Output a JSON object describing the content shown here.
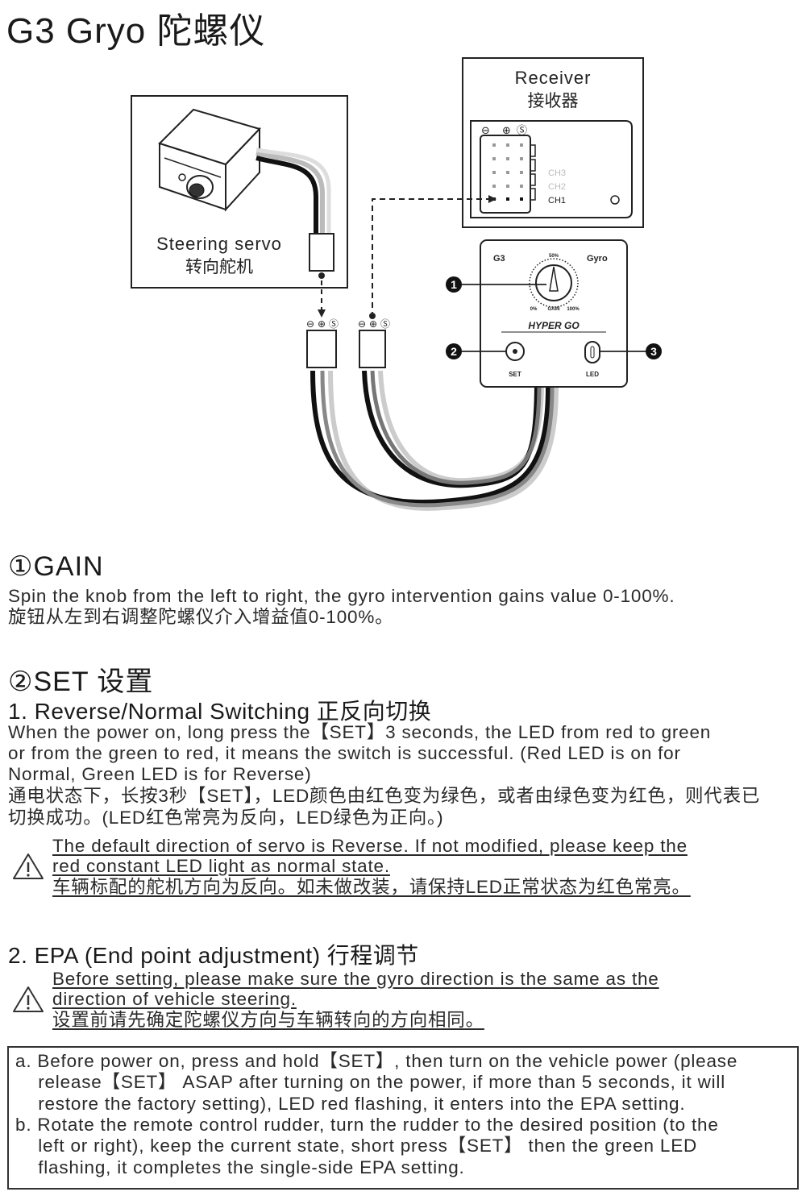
{
  "title": "G3 Gryo 陀螺仪",
  "diagram": {
    "receiver_label_en": "Receiver",
    "receiver_label_cn": "接收器",
    "receiver_pin_symbols": [
      "⊖",
      "⊕",
      "Ⓢ"
    ],
    "channels": [
      "CH3",
      "CH2",
      "CH1"
    ],
    "servo_label_en": "Steering servo",
    "servo_label_cn": "转向舵机",
    "gyro_left_label": "G3",
    "gyro_right_label": "Gyro",
    "knob_top_label": "50%",
    "knob_bottom_labels": [
      "0%",
      "GAIN",
      "100%"
    ],
    "brand": "HYPER GO",
    "set_label": "SET",
    "led_label": "LED",
    "callouts": [
      "1",
      "2",
      "3"
    ],
    "connector_symbols": [
      "⊖",
      "⊕",
      "Ⓢ"
    ]
  },
  "gain": {
    "heading": "①GAIN",
    "en": "Spin the knob from the left to right, the gyro intervention gains value 0-100%.",
    "cn": "旋钮从左到右调整陀螺仪介入增益值0-100%。"
  },
  "set": {
    "heading": "②SET 设置",
    "sub1": {
      "heading": "1. Reverse/Normal Switching 正反向切换",
      "lines": [
        "When the power on, long press the【SET】3 seconds, the LED from red to green",
        "or from the green to red, it means the switch is successful. (Red LED is on for",
        "Normal, Green LED is for Reverse)",
        "通电状态下，长按3秒【SET】，LED颜色由红色变为绿色，或者由绿色变为红色，则代表已",
        "切换成功。(LED红色常亮为反向，LED绿色为正向。)"
      ],
      "warning": [
        "The default direction of servo is Reverse. If not modified, please keep the",
        "red constant LED light as normal state.",
        "车辆标配的舵机方向为反向。如未做改装，请保持LED正常状态为红色常亮。"
      ]
    },
    "sub2": {
      "heading": "2. EPA (End point adjustment) 行程调节",
      "warning": [
        "Before setting, please make sure the gyro direction is the same as the",
        "direction of vehicle steering.",
        "设置前请先确定陀螺仪方向与车辆转向的方向相同。"
      ],
      "steps": [
        "a. Before power on, press and hold【SET】, then turn on the vehicle power (please",
        "    release【SET】 ASAP after turning on the power, if more than 5 seconds, it will",
        "    restore the factory setting), LED red flashing, it enters into the EPA setting.",
        "b. Rotate the remote control rudder, turn the rudder to the desired position (to the",
        "    left or right), keep the current state, short press【SET】 then the green LED",
        "    flashing, it completes the single-side EPA setting."
      ]
    }
  }
}
